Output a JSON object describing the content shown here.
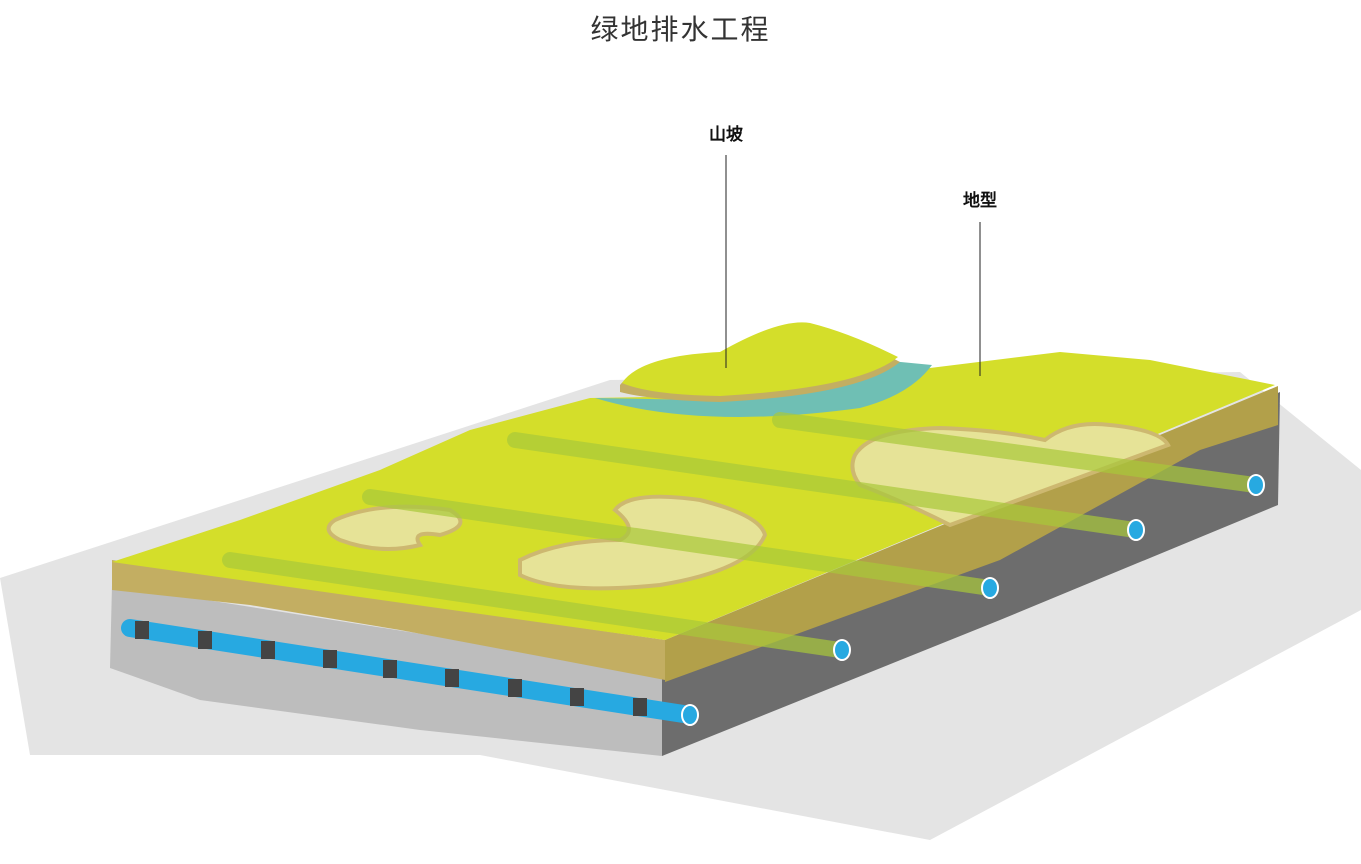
{
  "title": "绿地排水工程",
  "labels": {
    "slope": "山坡",
    "terrain": "地型"
  },
  "colors": {
    "grass": "#d4de2a",
    "soil": "#c3ae62",
    "gravel_front": "#bdbdbd",
    "gravel_side": "#6d6d6d",
    "sand": "#e6e397",
    "pipe": "#27a9e1",
    "water": "#6fbfb4",
    "shadow": "#e4e4e4"
  }
}
